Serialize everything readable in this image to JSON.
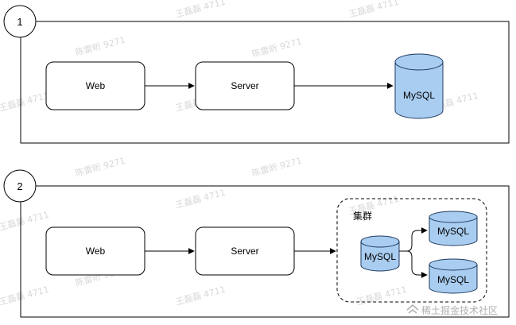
{
  "colors": {
    "line": "#000000",
    "box_fill": "#ffffff",
    "db_fill": "#a9cdf0",
    "db_stroke": "#1f3a5f",
    "watermark": "#d8d8d8",
    "credit": "#b0b0b0"
  },
  "panels": [
    {
      "number": "1",
      "web_label": "Web",
      "server_label": "Server",
      "db_label": "MySQL"
    },
    {
      "number": "2",
      "web_label": "Web",
      "server_label": "Server",
      "cluster": {
        "title": "集群",
        "master_label": "MySQL",
        "replica_labels": [
          "MySQL",
          "MySQL"
        ]
      }
    }
  ],
  "watermark_texts": [
    "王磊磊 4711",
    "陈雷昕 9271"
  ],
  "credit": {
    "icon": "juejin-logo-icon",
    "text": "稀土掘金技术社区"
  }
}
